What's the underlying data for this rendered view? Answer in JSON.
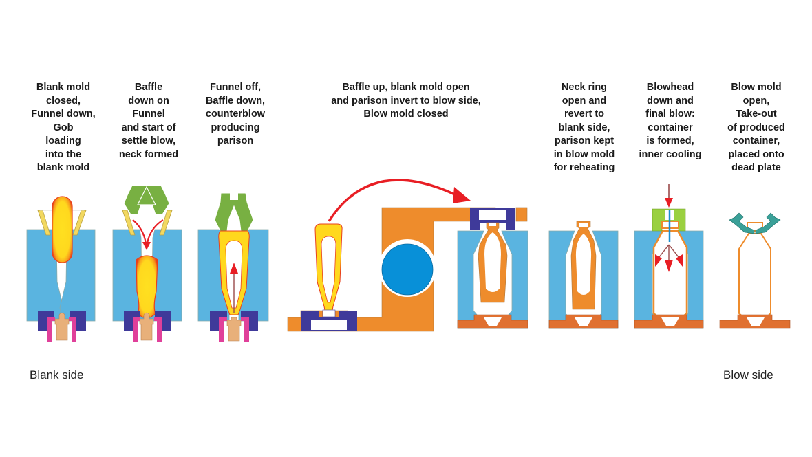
{
  "stages": [
    {
      "id": "1",
      "caption": "Blank mold\nclosed,\nFunnel down,\nGob\nloading\ninto the\nblank mold"
    },
    {
      "id": "2",
      "caption": "Baffle\ndown on\nFunnel\nand start of\nsettle blow,\nneck formed"
    },
    {
      "id": "3",
      "caption": "Funnel off,\nBaffle down,\ncounterblow\nproducing\nparison"
    },
    {
      "id": "4",
      "caption": "Baffle up, blank mold open\nand parison invert to blow side,\nBlow mold closed"
    },
    {
      "id": "5",
      "caption": "Neck ring\nopen and\nrevert to\nblank side,\nparison kept\nin blow mold\nfor reheating"
    },
    {
      "id": "6",
      "caption": "Blowhead\ndown and\nfinal blow:\ncontainer\nis formed,\ninner cooling"
    },
    {
      "id": "7",
      "caption": "Blow mold\nopen,\nTake-out\nof produced\ncontainer,\nplaced onto\ndead plate"
    }
  ],
  "side_labels": {
    "left": "Blank side",
    "right": "Blow side"
  },
  "colors": {
    "mold_blue": "#5ab4e0",
    "neck_ring_purple": "#3f3a9a",
    "plunger_tan": "#e8b07a",
    "thimble_pink": "#e0409a",
    "gob_yellow": "#ffd81e",
    "gob_edge_red": "#e8401c",
    "funnel_yellow": "#f2d860",
    "baffle_green": "#78b042",
    "arrow_red": "#e81e24",
    "invert_arm_orange": "#ee8c2c",
    "invert_roller_blue": "#0890d8",
    "bottom_plate_orange": "#e07030",
    "blowhead_green": "#9ad040",
    "takeout_tongs_teal": "#3aa098"
  }
}
